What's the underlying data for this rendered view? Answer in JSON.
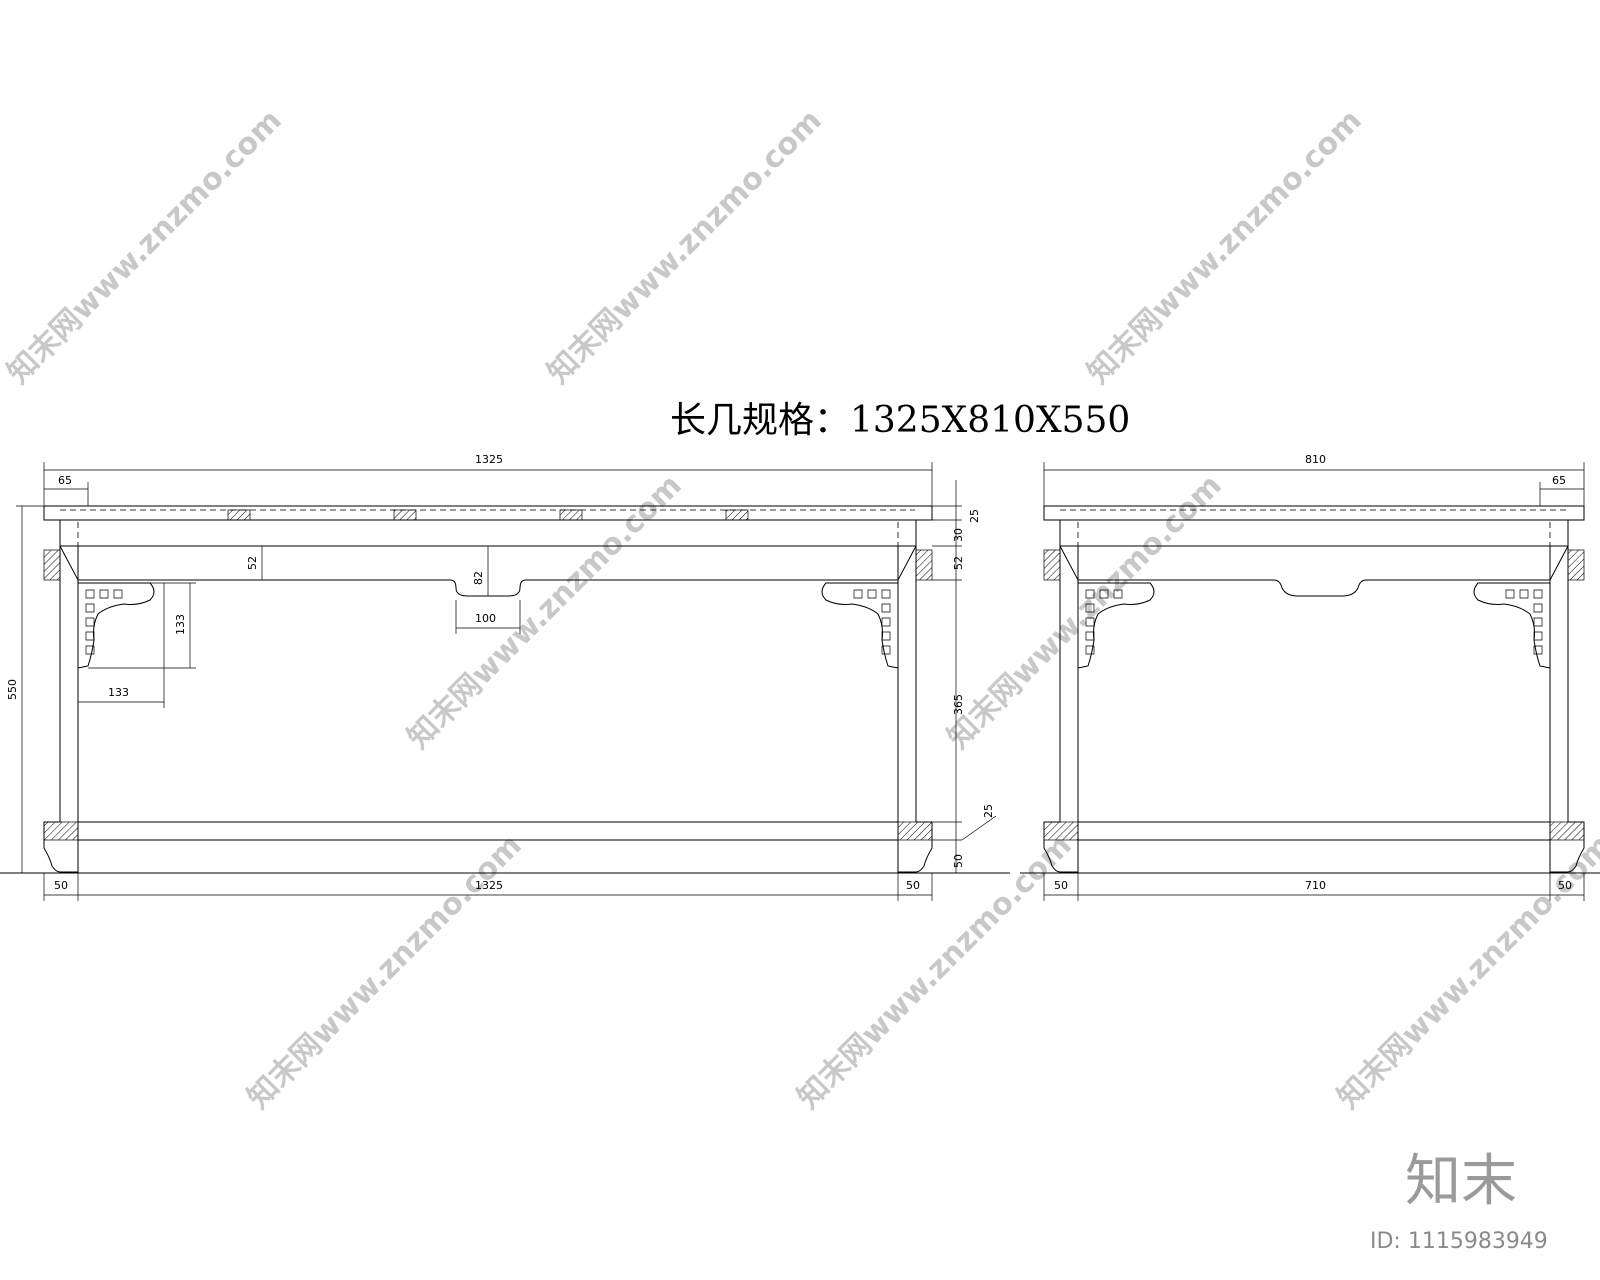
{
  "title": "长几规格：1325X810X550",
  "front_view": {
    "dims": {
      "top_overall": "1325",
      "top_overhang": "65",
      "overall_height": "550",
      "apron_52": "52",
      "center_drop": "82",
      "center_width": "100",
      "bracket_h": "133",
      "bracket_w": "133",
      "right_25": "25",
      "right_30": "30",
      "right_52": "52",
      "right_365": "365",
      "right_25b": "25",
      "right_50": "50",
      "bottom_left": "50",
      "bottom_center": "1325",
      "bottom_right": "50"
    }
  },
  "side_view": {
    "dims": {
      "top_overall": "810",
      "top_overhang": "65",
      "bottom_left": "50",
      "bottom_center": "710",
      "bottom_right": "50"
    }
  },
  "watermark": {
    "text": "知末网www.znzmo.com",
    "logo": "知末",
    "id_label": "ID: 1115983949"
  }
}
